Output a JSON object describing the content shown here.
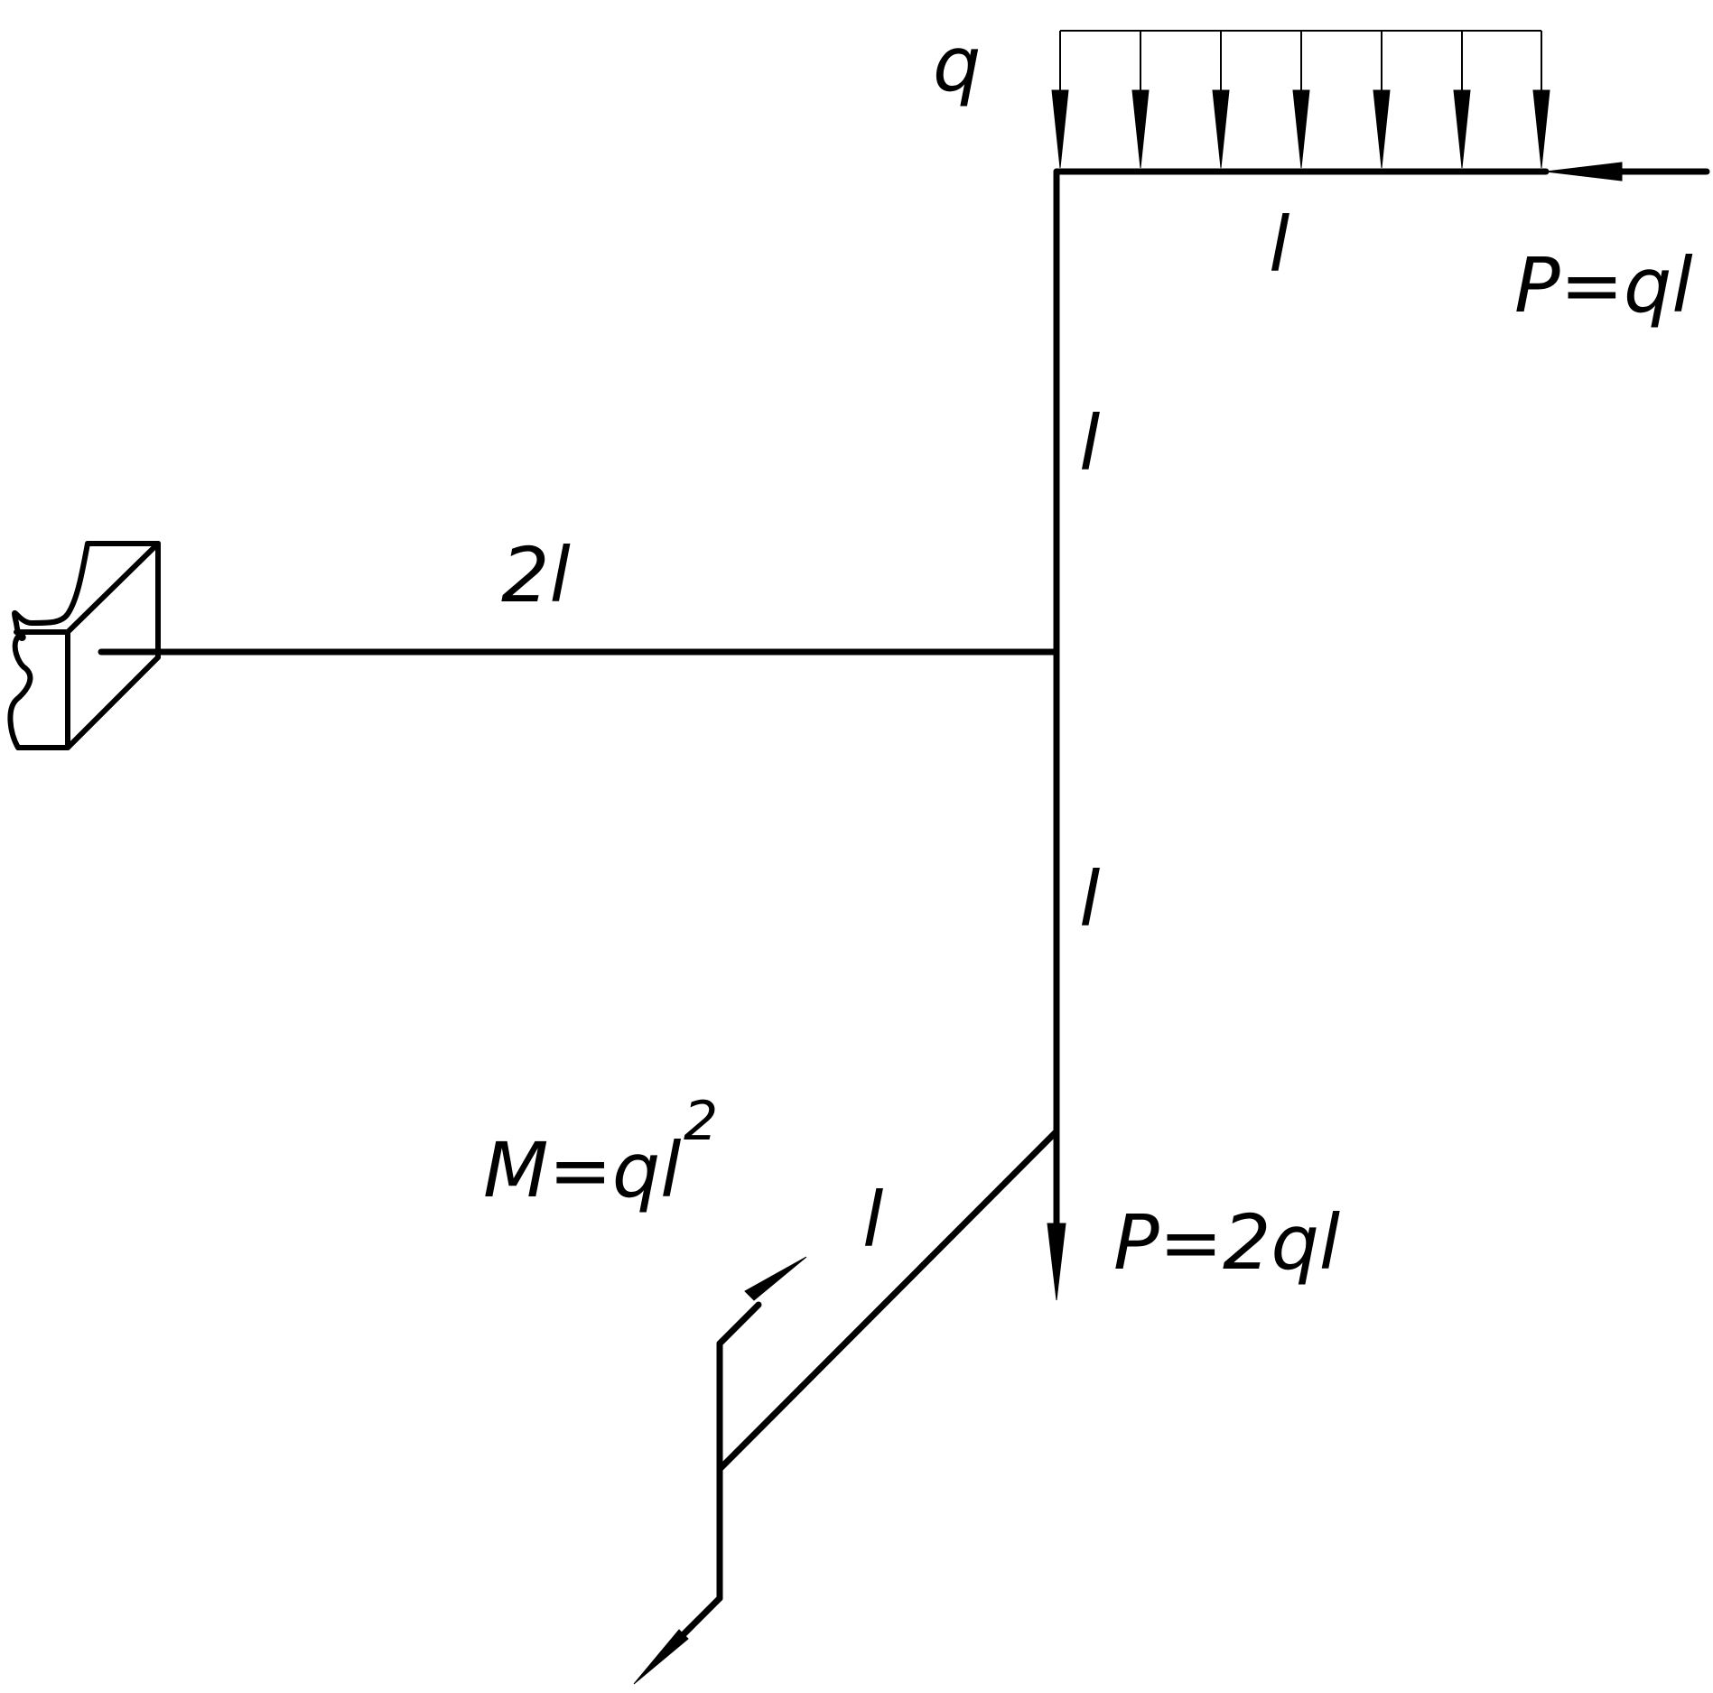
{
  "labels": {
    "q": "q",
    "top_span": "l",
    "p_top": "P=ql",
    "upper_vertical": "l",
    "left_span": "2l",
    "lower_vertical": "l",
    "moment_base": "M=ql",
    "moment_exp": "2",
    "diagonal": "l",
    "p_bottom": "P=2ql"
  },
  "colors": {
    "ink": "#000000",
    "background": "#ffffff"
  }
}
